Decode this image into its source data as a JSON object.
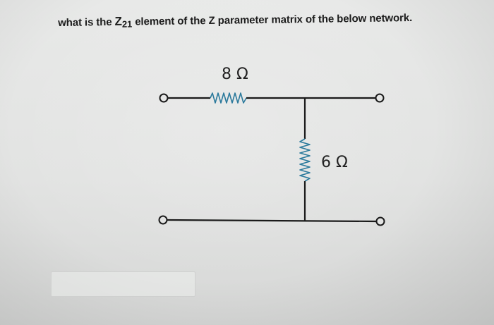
{
  "question": {
    "text_before": "what is the ",
    "variable": "Z",
    "subscript": "21",
    "text_after": " element of the Z parameter matrix of the below network."
  },
  "circuit": {
    "series_resistor_label": "8 Ω",
    "shunt_resistor_label": "6 Ω",
    "wire_color": "#1a1a1a",
    "resistor_color": "#2b7a9c"
  },
  "answer": {
    "value": ""
  }
}
